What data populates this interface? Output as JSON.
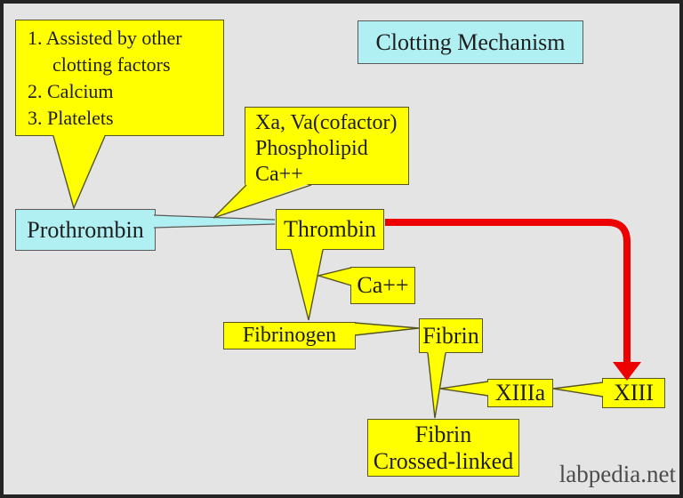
{
  "app": {
    "name": "Clotting Mechanism diagram"
  },
  "colors": {
    "background": "#e4e4e4",
    "frame": "#242424",
    "node_yellow": "#ffff00",
    "node_cyan": "#b0f0f2",
    "border_yellow_box": "#565624",
    "border_cyan_box": "#5a5a5a",
    "red_arrow": "#ec0000",
    "text": "#1e1e1e",
    "watermark_text": "#4c4c4c"
  },
  "title": {
    "label": "Clotting Mechanism"
  },
  "note_box": {
    "lines": [
      "1. Assisted by other",
      "clotting factors",
      "2. Calcium",
      "3. Platelets"
    ]
  },
  "nodes": {
    "cofactor": {
      "lines": [
        "Xa, Va(cofactor)",
        "Phospholipid",
        "Ca++"
      ]
    },
    "prothrombin": {
      "label": "Prothrombin"
    },
    "thrombin": {
      "label": "Thrombin"
    },
    "calcium": {
      "label": "Ca++"
    },
    "fibrinogen": {
      "label": "Fibrinogen"
    },
    "fibrin": {
      "label": "Fibrin"
    },
    "xiiia": {
      "label": "XIIIa"
    },
    "xiii": {
      "label": "XIII"
    },
    "fibrin_crosslinked": {
      "lines": [
        "Fibrin",
        "Crossed-linked"
      ]
    }
  },
  "watermark": {
    "label": "labpedia.net"
  }
}
